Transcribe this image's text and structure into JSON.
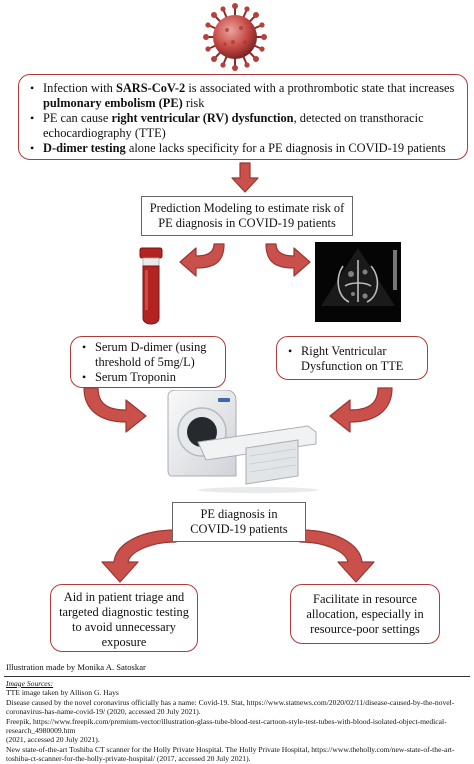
{
  "colors": {
    "arrow": "#c9504b",
    "arrow_stroke": "#9c3632",
    "box_border": "#b03a3a",
    "virus": "#c94a46"
  },
  "top_box": {
    "bullets": [
      {
        "parts": [
          {
            "t": "Infection with ",
            "b": false
          },
          {
            "t": "SARS-CoV-2",
            "b": true
          },
          {
            "t": " is associated with a prothrombotic state that increases ",
            "b": false
          },
          {
            "t": "pulmonary embolism (PE)",
            "b": true
          },
          {
            "t": " risk",
            "b": false
          }
        ]
      },
      {
        "parts": [
          {
            "t": "PE can cause ",
            "b": false
          },
          {
            "t": "right ventricular (RV) dysfunction",
            "b": true
          },
          {
            "t": ", detected on transthoracic echocardiography (TTE)",
            "b": false
          }
        ]
      },
      {
        "parts": [
          {
            "t": "D-dimer testing",
            "b": true
          },
          {
            "t": " alone lacks specificity for a PE diagnosis in COVID-19 patients",
            "b": false
          }
        ]
      }
    ]
  },
  "prediction_box": {
    "text": "Prediction Modeling to estimate risk of PE diagnosis in COVID-19 patients"
  },
  "left_box": {
    "items": [
      "Serum D-dimer (using threshold of 5mg/L)",
      "Serum Troponin"
    ]
  },
  "right_box": {
    "items": [
      "Right Ventricular Dysfunction on TTE"
    ]
  },
  "diagnosis_box": {
    "text": "PE diagnosis in COVID-19 patients"
  },
  "outcome_left": {
    "text": "Aid in patient triage and targeted diagnostic testing to avoid unnecessary exposure"
  },
  "outcome_right": {
    "text": "Facilitate in resource allocation, especially in resource-poor settings"
  },
  "credit": "Illustration made by Monika A. Satoskar",
  "sources": {
    "heading": "Image Sources:",
    "lines": [
      "TTE image taken by Allison G. Hays",
      "Disease caused by the novel coronavirus officially has a name: Covid-19. Stat, https://www.statnews.com/2020/02/11/disease-caused-by-the-novel-coronavirus-has-name-covid-19/ (2020, accessed 20 July 2021).",
      "Freepik, https://www.freepik.com/premium-vector/illustration-glass-tube-blood-test-cartoon-style-test-tubes-with-blood-isolated-object-medical-research_4980009.htm",
      "(2021, accessed 20 July 2021).",
      "New state-of-the-art Toshiba CT scanner for the Holly Private Hospital. The Holly Private Hospital, https://www.theholly.com/new-state-of-the-art-toshiba-ct-scanner-for-the-holly-private-hospital/ (2017, accessed 20 July 2021)."
    ]
  }
}
